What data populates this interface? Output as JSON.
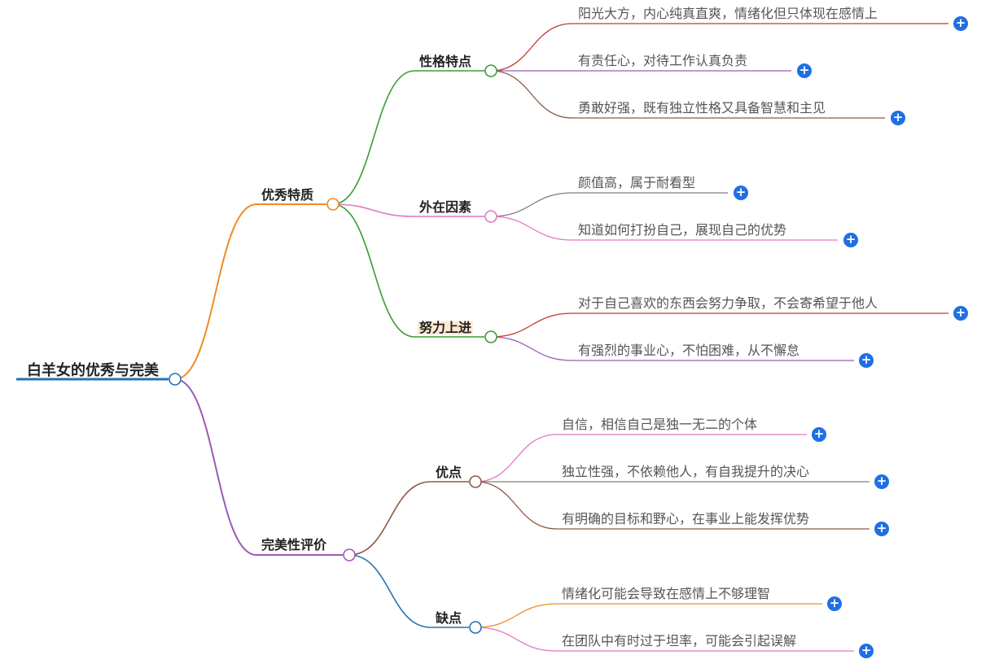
{
  "colors": {
    "root": "#2472b0",
    "youxiu": "#f08a24",
    "wanmei": "#9b59b6",
    "xingge": "#3a9d33",
    "waizai": "#e377c2",
    "nuli": "#3a9d33",
    "youdian": "#8c5a44",
    "quedian": "#2472b0",
    "expand": "#1f6fe5"
  },
  "root": {
    "label": "白羊女的优秀与完美"
  },
  "branches": [
    {
      "label": "优秀特质",
      "children": [
        {
          "label": "性格特点",
          "children": [
            "阳光大方，内心纯真直爽，情绪化但只体现在感情上",
            "有责任心，对待工作认真负责",
            "勇敢好强，既有独立性格又具备智慧和主见"
          ]
        },
        {
          "label": "外在因素",
          "children": [
            "颜值高，属于耐看型",
            "知道如何打扮自己，展现自己的优势"
          ]
        },
        {
          "label": "努力上进",
          "children": [
            "对于自己喜欢的东西会努力争取，不会寄希望于他人",
            "有强烈的事业心，不怕困难，从不懈怠"
          ]
        }
      ]
    },
    {
      "label": "完美性评价",
      "children": [
        {
          "label": "优点",
          "children": [
            "自信，相信自己是独一无二的个体",
            "独立性强，不依赖他人，有自我提升的决心",
            "有明确的目标和野心，在事业上能发挥优势"
          ]
        },
        {
          "label": "缺点",
          "children": [
            "情绪化可能会导致在感情上不够理智",
            "在团队中有时过于坦率，可能会引起误解"
          ]
        }
      ]
    }
  ],
  "expand_symbol": "+"
}
